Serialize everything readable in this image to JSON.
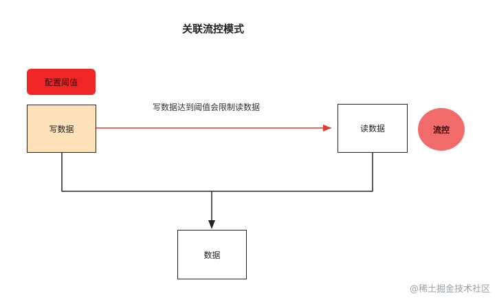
{
  "title": "关联流控模式",
  "nodes": {
    "config": "配置阈值",
    "write": "写数据",
    "read": "读数据",
    "data": "数据",
    "flow": "流控"
  },
  "edges": {
    "write_to_read_label": "写数据达到阈值会限制读数据"
  },
  "colors": {
    "config_fill": "#f02626",
    "write_fill": "#fde1b8",
    "flow_fill": "#f26b6b",
    "arrow_red": "#e8392d"
  },
  "watermark": "@稀土掘金技术社区"
}
